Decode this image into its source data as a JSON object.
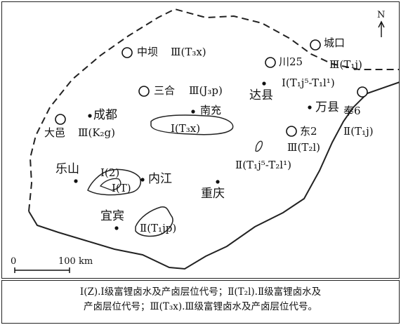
{
  "map": {
    "north_label": "N",
    "scale": {
      "zero": "0",
      "distance": "100 km"
    },
    "places": [
      {
        "name": "中坝",
        "symbol": "circle"
      },
      {
        "name": "城口",
        "symbol": "circle"
      },
      {
        "name": "川25",
        "symbol": "circle"
      },
      {
        "name": "三合",
        "symbol": "circle"
      },
      {
        "name": "达县",
        "symbol": "dot"
      },
      {
        "name": "南充",
        "symbol": "dot"
      },
      {
        "name": "成都",
        "symbol": "dot"
      },
      {
        "name": "万县",
        "symbol": "dot"
      },
      {
        "name": "奉6",
        "symbol": "circle"
      },
      {
        "name": "大邑",
        "symbol": "circle"
      },
      {
        "name": "东2",
        "symbol": "circle"
      },
      {
        "name": "乐山",
        "symbol": "dot"
      },
      {
        "name": "内江",
        "symbol": "dot"
      },
      {
        "name": "重庆",
        "symbol": "dot"
      },
      {
        "name": "宜宾",
        "symbol": "dot"
      }
    ],
    "zone_labels": {
      "zhongba": "Ⅲ(T₃x)",
      "chengkou": "Ⅲ(T₁j)",
      "daxian": "Ⅰ(T₁j⁵-T₁l¹)",
      "sanhe": "Ⅲ(J₃p)",
      "nanchong": "Ⅰ(T₃x)",
      "dayi": "Ⅲ(K₂g)",
      "feng6": "Ⅱ(T₁j)",
      "dong2": "Ⅲ(T₂l)",
      "central": "Ⅱ(T₁j⁵-T₂l¹)",
      "leshan_1": "Ⅰ(2)",
      "leshan_2": "Ⅰ(T)",
      "yibin": "Ⅱ(T₁jp)"
    }
  },
  "caption": {
    "line1": "Ⅰ(Z).Ⅰ级富锂卤水及产卤层位代号；Ⅱ(T₂l).Ⅱ级富锂卤水及",
    "line2": "产卤层位代号；Ⅲ(T₃x).Ⅲ级富锂卤水及产卤层位代号。"
  }
}
